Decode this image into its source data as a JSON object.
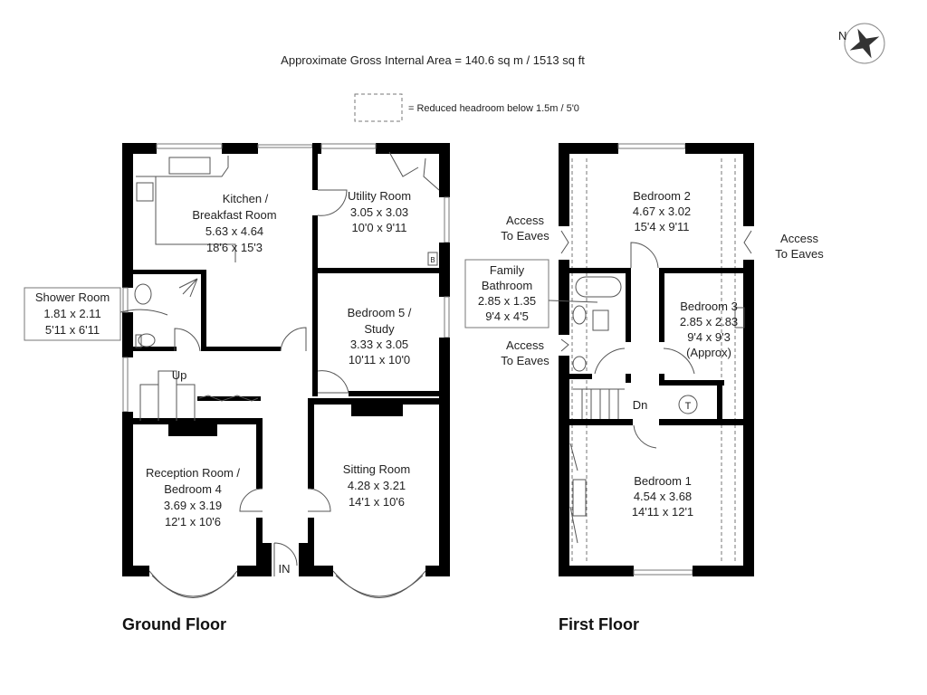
{
  "header": {
    "area": "Approximate Gross Internal Area = 140.6 sq m / 1513 sq ft",
    "legend": "= Reduced headroom below 1.5m / 5'0",
    "compass": "N"
  },
  "ground_floor": {
    "title": "Ground Floor",
    "rooms": [
      {
        "lines": [
          "Kitchen /",
          "Breakfast Room",
          "5.63 x 4.64",
          "18'6 x 15'3"
        ]
      },
      {
        "lines": [
          "Utility Room",
          "3.05 x 3.03",
          "10'0 x 9'11"
        ]
      },
      {
        "lines": [
          "Bedroom 5 /",
          "Study",
          "3.33 x 3.05",
          "10'11 x 10'0"
        ]
      },
      {
        "lines": [
          "Shower Room",
          "1.81 x 2.11",
          "5'11 x 6'11"
        ]
      },
      {
        "lines": [
          "Reception Room /",
          "Bedroom 4",
          "3.69 x 3.19",
          "12'1 x 10'6"
        ]
      },
      {
        "lines": [
          "Sitting Room",
          "4.28 x 3.21",
          "14'1 x 10'6"
        ]
      }
    ],
    "marks": {
      "up": "Up",
      "entrance": "IN",
      "boiler": "B"
    }
  },
  "first_floor": {
    "title": "First Floor",
    "rooms": [
      {
        "lines": [
          "Bedroom 2",
          "4.67 x 3.02",
          "15'4 x 9'11"
        ]
      },
      {
        "lines": [
          "Family",
          "Bathroom",
          "2.85 x 1.35",
          "9'4 x 4'5"
        ]
      },
      {
        "lines": [
          "Bedroom 3",
          "2.85 x 2.83",
          "9'4 x 9'3",
          "(Approx)"
        ]
      },
      {
        "lines": [
          "Bedroom 1",
          "4.54 x 3.68",
          "14'11 x 12'1"
        ]
      }
    ],
    "eaves": [
      {
        "lines": [
          "Access",
          "To Eaves"
        ]
      },
      {
        "lines": [
          "Access",
          "To Eaves"
        ]
      },
      {
        "lines": [
          "Access",
          "To Eaves"
        ]
      }
    ],
    "marks": {
      "down": "Dn",
      "tank": "T"
    }
  }
}
